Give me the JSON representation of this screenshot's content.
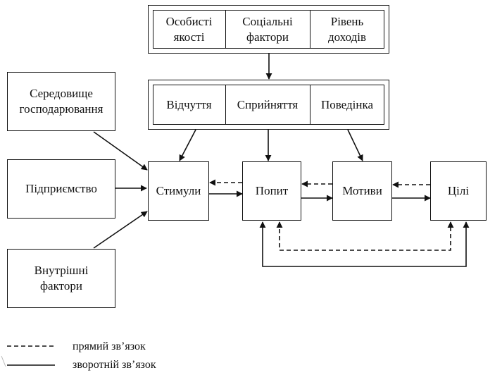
{
  "top_group": {
    "cells": [
      "Особисті\nякості",
      "Соціальні\nфактори",
      "Рівень\nдоходів"
    ]
  },
  "middle_group": {
    "cells": [
      "Відчуття",
      "Сприйняття",
      "Поведінка"
    ]
  },
  "left_boxes": {
    "environment": "Середовище\nгосподарювання",
    "enterprise": "Підприємство",
    "internal": "Внутрішні\nфактори"
  },
  "chain": {
    "stimuli": "Стимули",
    "demand": "Попит",
    "motives": "Мотиви",
    "goals": "Цілі"
  },
  "legend": {
    "dashed_label": "прямий зв’язок",
    "solid_label": "зворотній зв’язок"
  }
}
